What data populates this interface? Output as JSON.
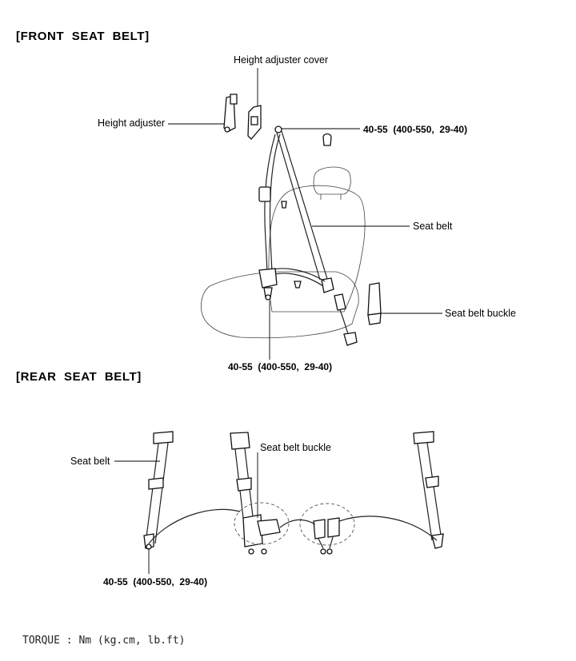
{
  "front": {
    "heading": "[FRONT  SEAT  BELT]",
    "labels": {
      "height_adjuster_cover": "Height adjuster cover",
      "height_adjuster": "Height adjuster",
      "seat_belt": "Seat belt",
      "seat_belt_buckle": "Seat belt buckle"
    },
    "torque_top": "40-55  (400-550,  29-40)",
    "torque_bottom": "40-55  (400-550,  29-40)"
  },
  "rear": {
    "heading": "[REAR  SEAT  BELT]",
    "labels": {
      "seat_belt": "Seat belt",
      "seat_belt_buckle": "Seat belt buckle"
    },
    "torque": "40-55  (400-550,  29-40)"
  },
  "footer": {
    "torque_units": "TORQUE : Nm (kg.cm, lb.ft)"
  }
}
